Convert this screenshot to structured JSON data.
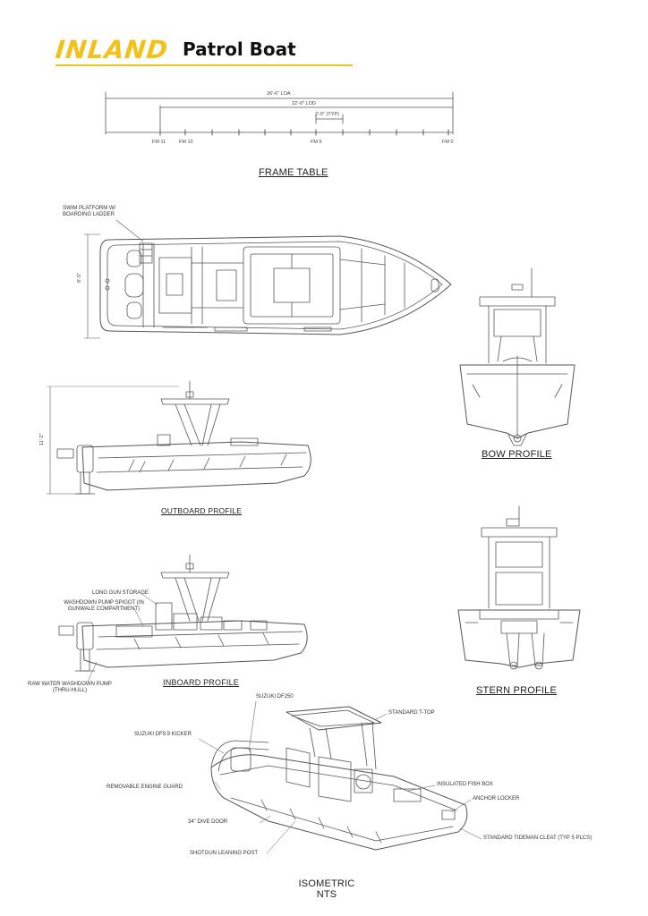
{
  "header": {
    "brand": "INLAND",
    "subtitle": "Patrol Boat",
    "accent_color": "#f2c21b"
  },
  "frame_table": {
    "title": "FRAME TABLE",
    "loa": "26'-6\" LOA",
    "lod": "22'-0\" LOD",
    "spacing": "2'-0\" (TYP)",
    "stations": [
      "FM 11",
      "FM 10",
      "FM 5",
      "FM 0"
    ]
  },
  "plan_view": {
    "swim_platform": "SWIM PLATFORM W/ BOARDING LADDER",
    "beam": "8'-5\""
  },
  "outboard_profile": {
    "title": "OUTBOARD PROFILE",
    "height": "11'-2\""
  },
  "bow_profile": {
    "title": "BOW PROFILE"
  },
  "inboard_profile": {
    "title": "INBOARD PROFILE",
    "callouts": {
      "long_gun": "LONG GUN STORAGE",
      "washdown_spigot": "WASHDOWN PUMP SPIGOT (IN GUNWALE COMPARTMENT)",
      "raw_water_pump": "RAW WATER WASHDOWN PUMP (THRU-HULL)"
    }
  },
  "stern_profile": {
    "title": "STERN PROFILE"
  },
  "isometric": {
    "title": "ISOMETRIC",
    "subtitle": "NTS",
    "callouts": {
      "suzuki_df250": "SUZUKI DF250",
      "standard_ttop": "STANDARD T-TOP",
      "kicker": "SUZUKI DF9.9 KICKER",
      "engine_guard": "REMOVABLE ENGINE GUARD",
      "fish_box": "INSULATED FISH BOX",
      "anchor_locker": "ANCHOR LOCKER",
      "dive_door": "34\" DIVE DOOR",
      "cleat": "STANDARD TIDEMAN CLEAT (TYP 5 PLCS)",
      "shotgun_post": "SHOTGUN LEANING POST"
    }
  }
}
